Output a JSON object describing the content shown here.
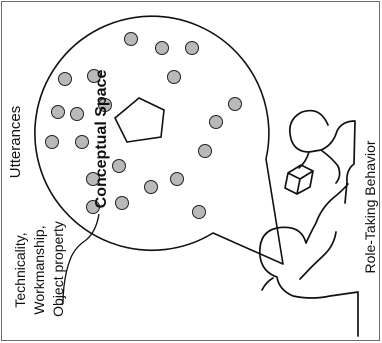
{
  "diagram": {
    "title": "Conceptual Space",
    "utterances_label": "Utterances",
    "role_taking_label": "Role-Taking Behavior",
    "property_label_lines": [
      "Technicality,",
      "Workmanship,",
      "Object property"
    ]
  },
  "colors": {
    "dot_fill": "#b9b9b9",
    "stroke": "#111111",
    "frame": "#6d6d6d"
  }
}
